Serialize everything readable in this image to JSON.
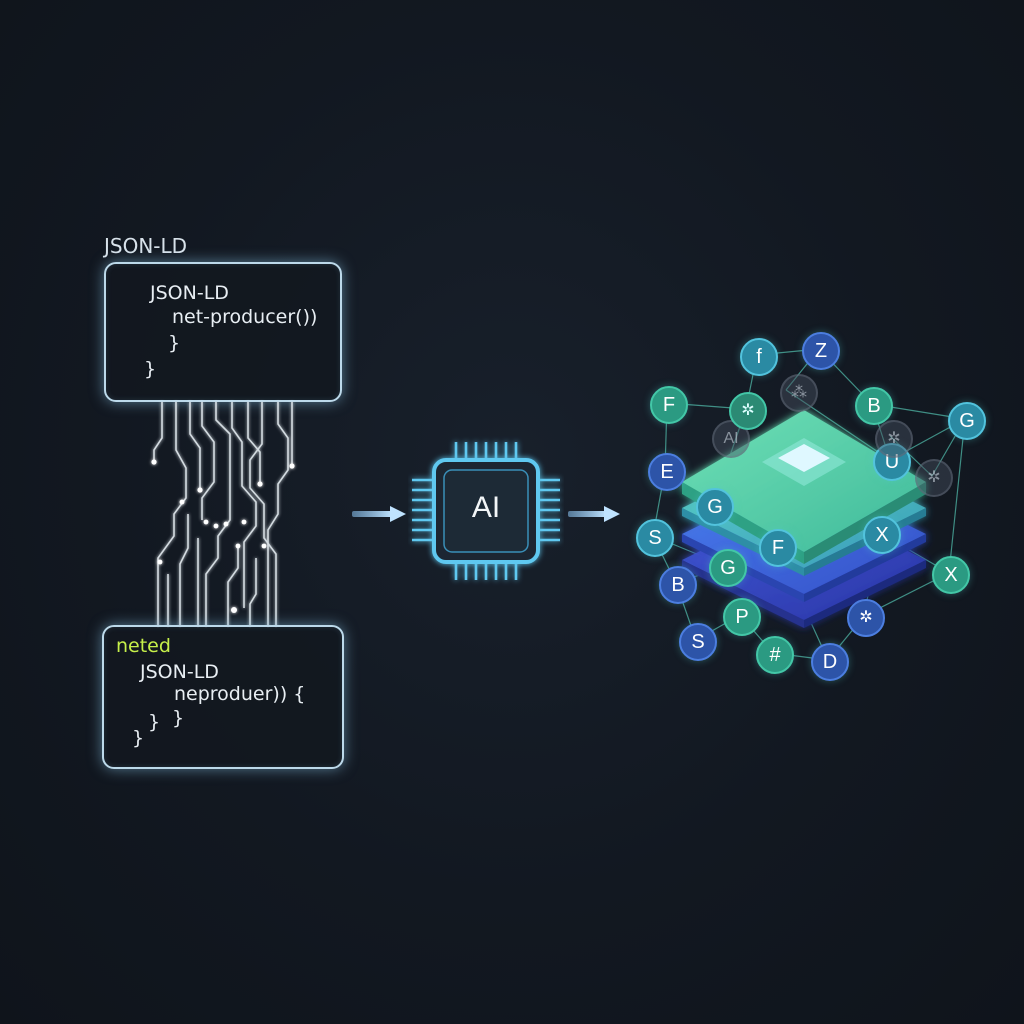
{
  "top_caption": "JSON-LD",
  "input_box": {
    "line1": "JSON-LD",
    "line2": "net-producer())",
    "line3": "}",
    "line4": "}"
  },
  "output_box": {
    "caption": "neted",
    "line1": "JSON-LD",
    "line2": "neproduer)) {",
    "line3": "}",
    "line4": "}",
    "line5": "}"
  },
  "processor": {
    "label": "AI"
  },
  "graph_nodes": [
    {
      "label": "f",
      "style": "teal"
    },
    {
      "label": "Z",
      "style": "blue"
    },
    {
      "label": "F",
      "style": "green"
    },
    {
      "label": "B",
      "style": "green"
    },
    {
      "label": "G",
      "style": "teal"
    },
    {
      "label": "U",
      "style": "teal"
    },
    {
      "label": "E",
      "style": "blue"
    },
    {
      "label": "G",
      "style": "teal"
    },
    {
      "label": "S",
      "style": "teal"
    },
    {
      "label": "F",
      "style": "teal"
    },
    {
      "label": "X",
      "style": "teal"
    },
    {
      "label": "X",
      "style": "green"
    },
    {
      "label": "B",
      "style": "blue"
    },
    {
      "label": "G",
      "style": "green"
    },
    {
      "label": "P",
      "style": "green"
    },
    {
      "label": "S",
      "style": "blue"
    },
    {
      "label": "#",
      "style": "green"
    },
    {
      "label": "D",
      "style": "blue"
    },
    {
      "label": "AI",
      "style": "ghost"
    }
  ],
  "colors": {
    "background": "#131820",
    "box_border": "#bcd9ea",
    "caption_green": "#c6f04a",
    "chip_cyan": "#5ec8f0",
    "layer_green": "#4fd1a5",
    "layer_blue": "#3f63d8"
  }
}
